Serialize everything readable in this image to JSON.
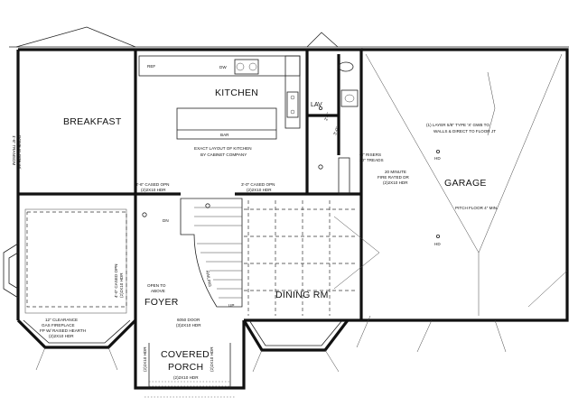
{
  "rooms": {
    "breakfast": "BREAKFAST",
    "kitchen": "KITCHEN",
    "garage": "GARAGE",
    "foyer": "FOYER",
    "dining": "DINING RM",
    "porch_line1": "COVERED",
    "porch_line2": "PORCH",
    "lav": "LAV"
  },
  "kitchen": {
    "ref": "REF",
    "dw": "DW",
    "bar": "BAR",
    "note_line1": "EXACT LAYOUT OF KITCHEN",
    "note_line2": "BY CABINET COMPANY"
  },
  "notes": {
    "transom_line1": "DOME SLOPE W/",
    "transom_line2": "1'-6\" TRANSOM",
    "cased_left_line1": "3'-6\" CASED OPN",
    "cased_left_line2": "(2)2X10 HDR",
    "cased_mid_line1": "3'-0\" CASED OPN",
    "cased_mid_line2": "(2)2X10 HDR",
    "cased_vert_line1": "4'-0\" CASED OPN",
    "cased_vert_line2": "(2)2X10 HDR",
    "risers_line1": "-8\" RISERS",
    "risers_line2": "10\" TREADS",
    "fire_line1": "20 MINUTE",
    "fire_line2": "FIRE RATED DR",
    "fire_line3": "(2)2X10 HDR",
    "gyp_line1": "(1) LAYER 5/8\" TYPE 'X' GWB TO",
    "gyp_line2": "WALLS & DIRECT TO FLOOR JT",
    "pitch": "PITCH FLOOR 4\" MIN.",
    "hd1": "HD",
    "hd2": "HD",
    "clear_line1": "12\" CLEARANCE",
    "clear_line2": "GAS FIREPLACE",
    "clear_line3": "FP W/ RAISED HEARTH",
    "clear_line4": "(2)2X10 HDR",
    "open_line1": "OPEN TO",
    "open_line2": "ABOVE",
    "door_line1": "6050 DOOR",
    "door_line2": "(3)2X10 HDR",
    "dn": "DN",
    "up": "UP",
    "railing": "RAILING",
    "porch_hdr_left": "(2)2X10 HDR",
    "porch_hdr_right": "(2)2X10 HDR",
    "porch_hdr_bottom": "(2)2X10 HDR",
    "dim_2_6": "2'-6\"",
    "dim_3_0": "3'-0\""
  },
  "colors": {
    "ink": "#111111",
    "paper": "#ffffff"
  }
}
